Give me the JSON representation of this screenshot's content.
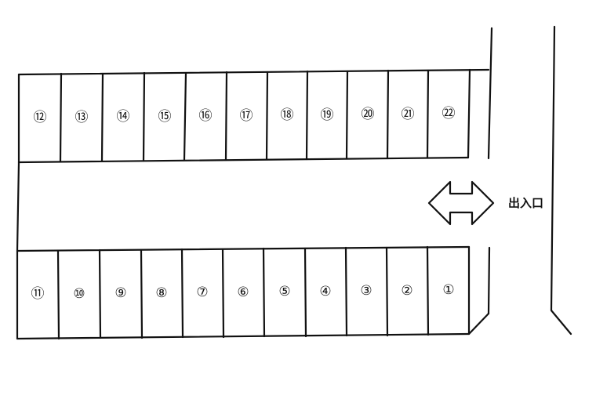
{
  "parking_lot": {
    "top_row_slots": [
      "⑫",
      "⑬",
      "⑭",
      "⑮",
      "⑯",
      "⑰",
      "⑱",
      "⑲",
      "⑳",
      "㉑",
      "㉒"
    ],
    "bottom_row_slots": [
      "⑪",
      "⑩",
      "⑨",
      "⑧",
      "⑦",
      "⑥",
      "⑤",
      "④",
      "③",
      "②",
      "①"
    ],
    "entrance_label": "出入口"
  }
}
